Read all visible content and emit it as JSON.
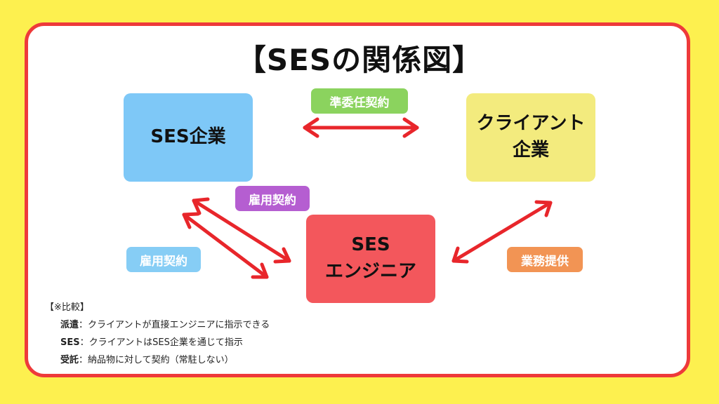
{
  "title": "【SESの関係図】",
  "entities": {
    "ses_company": "SES企業",
    "client_line1": "クライアント",
    "client_line2": "企業",
    "engineer_line1": "SES",
    "engineer_line2": "エンジニア"
  },
  "relations": {
    "quasi_mandate": "準委任契約",
    "employment_top": "雇用契約",
    "employment_left": "雇用契約",
    "service": "業務提供"
  },
  "notes": {
    "heading": "【※比較】",
    "rows": [
      {
        "key": "派遣",
        "sep": "：",
        "text": "クライアントが直接エンジニアに指示できる"
      },
      {
        "key": "SES",
        "sep": "：",
        "text": "クライアントはSES企業を通じて指示"
      },
      {
        "key": "受託",
        "sep": "：",
        "text": "納品物に対して契約（常駐しない）"
      }
    ]
  },
  "colors": {
    "background": "#fdf04f",
    "frame": "#ee3a3a",
    "arrow": "#e8262b",
    "ses_company": "#7ec8f7",
    "client": "#f3eb7e",
    "engineer": "#f3575c",
    "quasi_tag": "#8bd35e",
    "employment_tag_top": "#b55ed1",
    "employment_tag_left": "#86cdf5",
    "service_tag": "#f29454"
  }
}
